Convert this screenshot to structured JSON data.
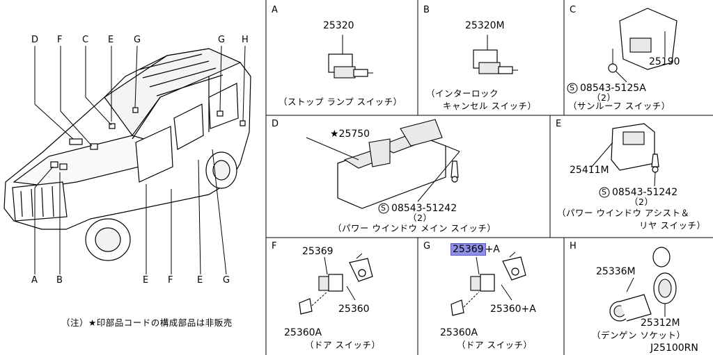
{
  "vehicle": {
    "callouts_top": [
      "D",
      "F",
      "C",
      "E",
      "G",
      "G",
      "H"
    ],
    "callouts_bottom": [
      "A",
      "B",
      "E",
      "F",
      "E",
      "G"
    ]
  },
  "note": "（注）★印部品コードの構成部品は非販売",
  "panels": {
    "A": {
      "letter": "A",
      "part": "25320",
      "caption": "（ストップ ランプ スイッチ）"
    },
    "B": {
      "letter": "B",
      "part": "25320M",
      "caption1": "（インターロック",
      "caption2": "キャンセル スイッチ）"
    },
    "C": {
      "letter": "C",
      "part": "25190",
      "bolt": "08543-5125A",
      "qty": "（2）",
      "caption": "（サンルーフ スイッチ）"
    },
    "D": {
      "letter": "D",
      "part": "★25750",
      "bolt": "08543-51242",
      "qty": "（2）",
      "caption": "（パワー ウインドウ メイン スイッチ）"
    },
    "E": {
      "letter": "E",
      "part": "25411M",
      "bolt": "08543-51242",
      "qty": "（2）",
      "caption1": "（パワー ウインドウ アシスト＆",
      "caption2": "リヤ スイッチ）"
    },
    "F": {
      "letter": "F",
      "part1": "25369",
      "part2": "25360",
      "part3": "25360A",
      "caption": "（ドア スイッチ）"
    },
    "G": {
      "letter": "G",
      "part1": "25369",
      "part1_suffix": "+A",
      "part2": "25360+A",
      "part3": "25360A",
      "caption": "（ドア スイッチ）"
    },
    "H": {
      "letter": "H",
      "part1": "25336M",
      "part2": "25312M",
      "caption": "（デンゲン ソケット）"
    }
  },
  "drawing_code": "J25100RN",
  "bolt_symbol": "S"
}
